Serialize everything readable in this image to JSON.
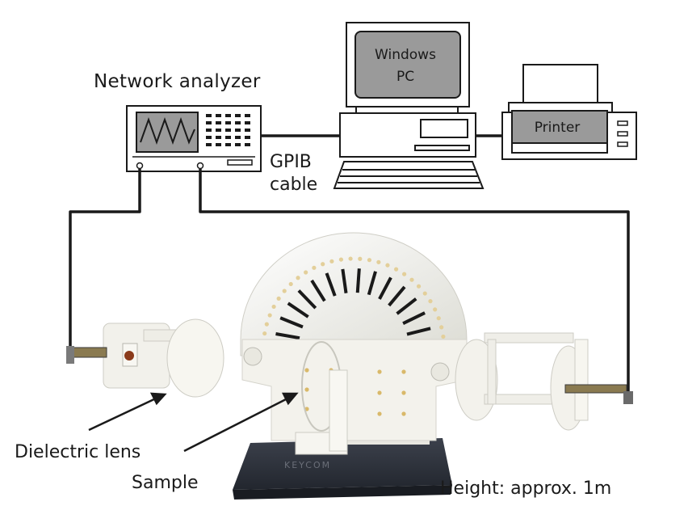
{
  "labels": {
    "network_analyzer": "Network analyzer",
    "gpib_line1": "GPIB",
    "gpib_line2": "cable",
    "dielectric_lens": "Dielectric lens",
    "sample": "Sample",
    "height": "Height: approx. 1m",
    "pc_line1": "Windows",
    "pc_line2": "PC",
    "printer": "Printer",
    "brand": "KEYCOM"
  },
  "colors": {
    "screen_fill": "#9a9a9a",
    "line": "#1a1a1a",
    "apparatus": "#f1f0ea",
    "base": "#2f3440"
  }
}
